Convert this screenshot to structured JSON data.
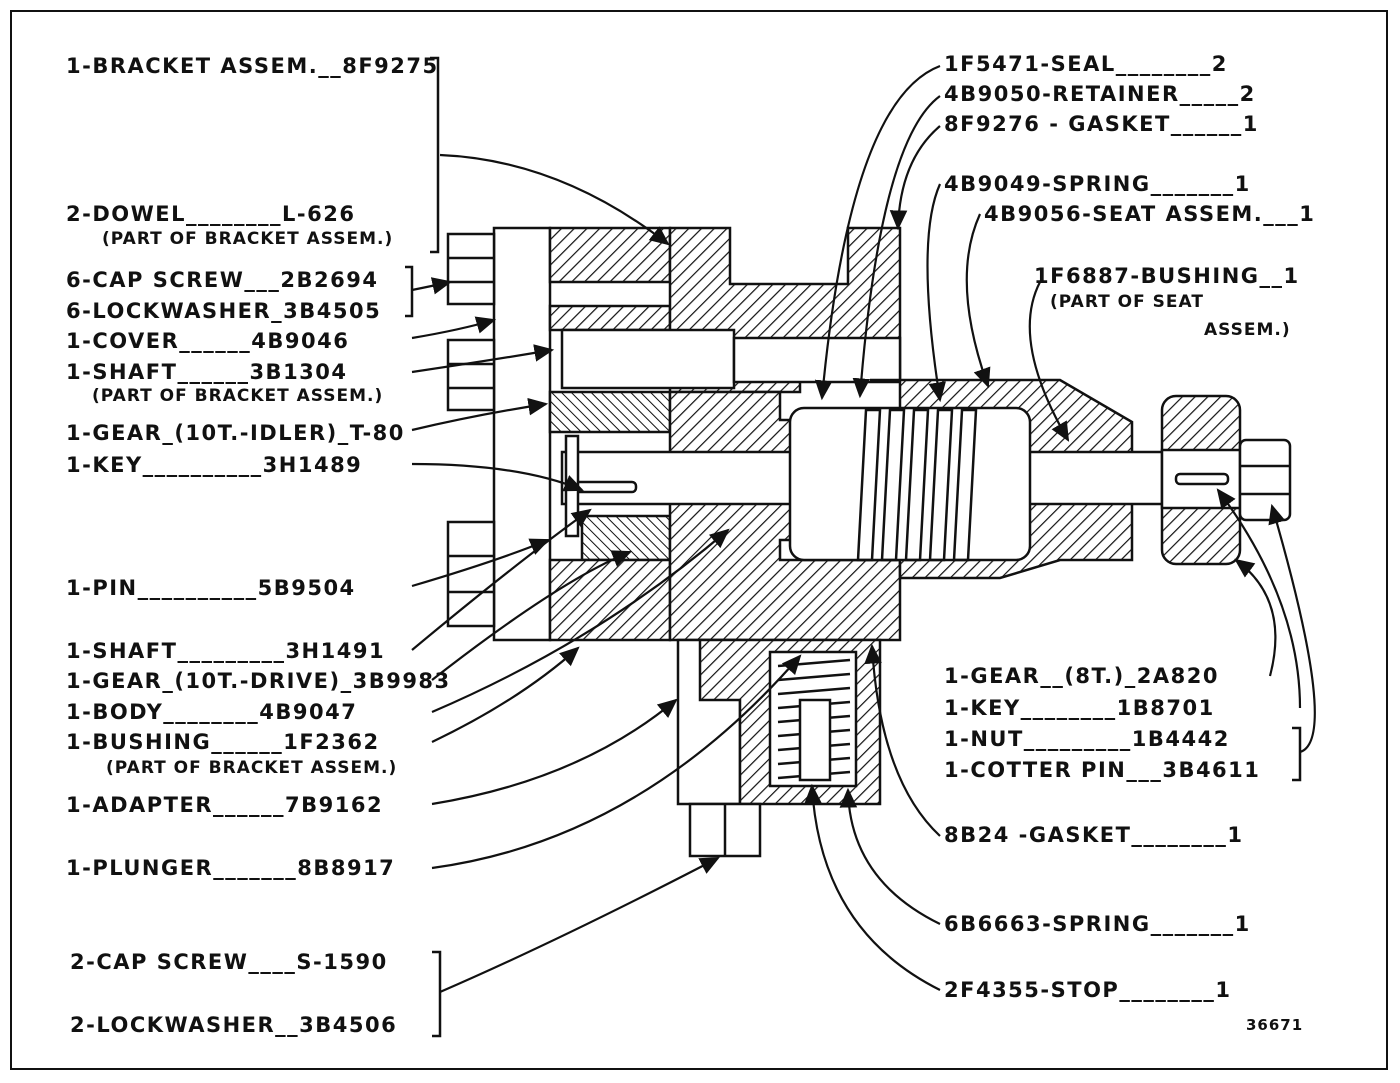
{
  "figure_number": "36671",
  "labels_left": [
    {
      "id": "bracket",
      "text": "1-BRACKET ASSEM.__8F9275"
    },
    {
      "id": "dowel",
      "text": "2-DOWEL________L-626"
    },
    {
      "id": "dowel_note",
      "text": "(PART OF BRACKET ASSEM.)"
    },
    {
      "id": "cap_screw_6",
      "text": "6-CAP SCREW___2B2694"
    },
    {
      "id": "lockwasher_6",
      "text": "6-LOCKWASHER_3B4505"
    },
    {
      "id": "cover",
      "text": "1-COVER______4B9046"
    },
    {
      "id": "shaft_idler",
      "text": "1-SHAFT______3B1304"
    },
    {
      "id": "shaft_idler_note",
      "text": "(PART OF BRACKET ASSEM.)"
    },
    {
      "id": "gear_idler",
      "text": "1-GEAR_(10T.-IDLER)_T-80"
    },
    {
      "id": "key_left",
      "text": "1-KEY__________3H1489"
    },
    {
      "id": "pin",
      "text": "1-PIN__________5B9504"
    },
    {
      "id": "shaft_drive",
      "text": "1-SHAFT_________3H1491"
    },
    {
      "id": "gear_drive",
      "text": "1-GEAR_(10T.-DRIVE)_3B9983"
    },
    {
      "id": "body",
      "text": "1-BODY________4B9047"
    },
    {
      "id": "bushing_left",
      "text": "1-BUSHING______1F2362"
    },
    {
      "id": "bushing_left_note",
      "text": "(PART OF BRACKET ASSEM.)"
    },
    {
      "id": "adapter",
      "text": "1-ADAPTER______7B9162"
    },
    {
      "id": "plunger",
      "text": "1-PLUNGER_______8B8917"
    },
    {
      "id": "cap_screw_2",
      "text": "2-CAP SCREW____S-1590"
    },
    {
      "id": "lockwasher_2",
      "text": "2-LOCKWASHER__3B4506"
    }
  ],
  "labels_right": [
    {
      "id": "seal",
      "text": "1F5471-SEAL________2"
    },
    {
      "id": "retainer",
      "text": "4B9050-RETAINER_____2"
    },
    {
      "id": "gasket_top",
      "text": "8F9276 - GASKET______1"
    },
    {
      "id": "spring_top",
      "text": "4B9049-SPRING_______1"
    },
    {
      "id": "seat_assem",
      "text": "4B9056-SEAT ASSEM.___1"
    },
    {
      "id": "bushing_right",
      "text": "1F6887-BUSHING__1"
    },
    {
      "id": "bushing_right_note1",
      "text": "(PART OF SEAT"
    },
    {
      "id": "bushing_right_note2",
      "text": "ASSEM.)"
    },
    {
      "id": "gear_8t",
      "text": "1-GEAR__(8T.)_2A820"
    },
    {
      "id": "key_right",
      "text": "1-KEY________1B8701"
    },
    {
      "id": "nut",
      "text": "1-NUT_________1B4442"
    },
    {
      "id": "cotter_pin",
      "text": "1-COTTER PIN___3B4611"
    },
    {
      "id": "gasket_bottom",
      "text": "8B24 -GASKET________1"
    },
    {
      "id": "spring_bottom",
      "text": "6B6663-SPRING_______1"
    },
    {
      "id": "stop",
      "text": "2F4355-STOP________1"
    }
  ]
}
